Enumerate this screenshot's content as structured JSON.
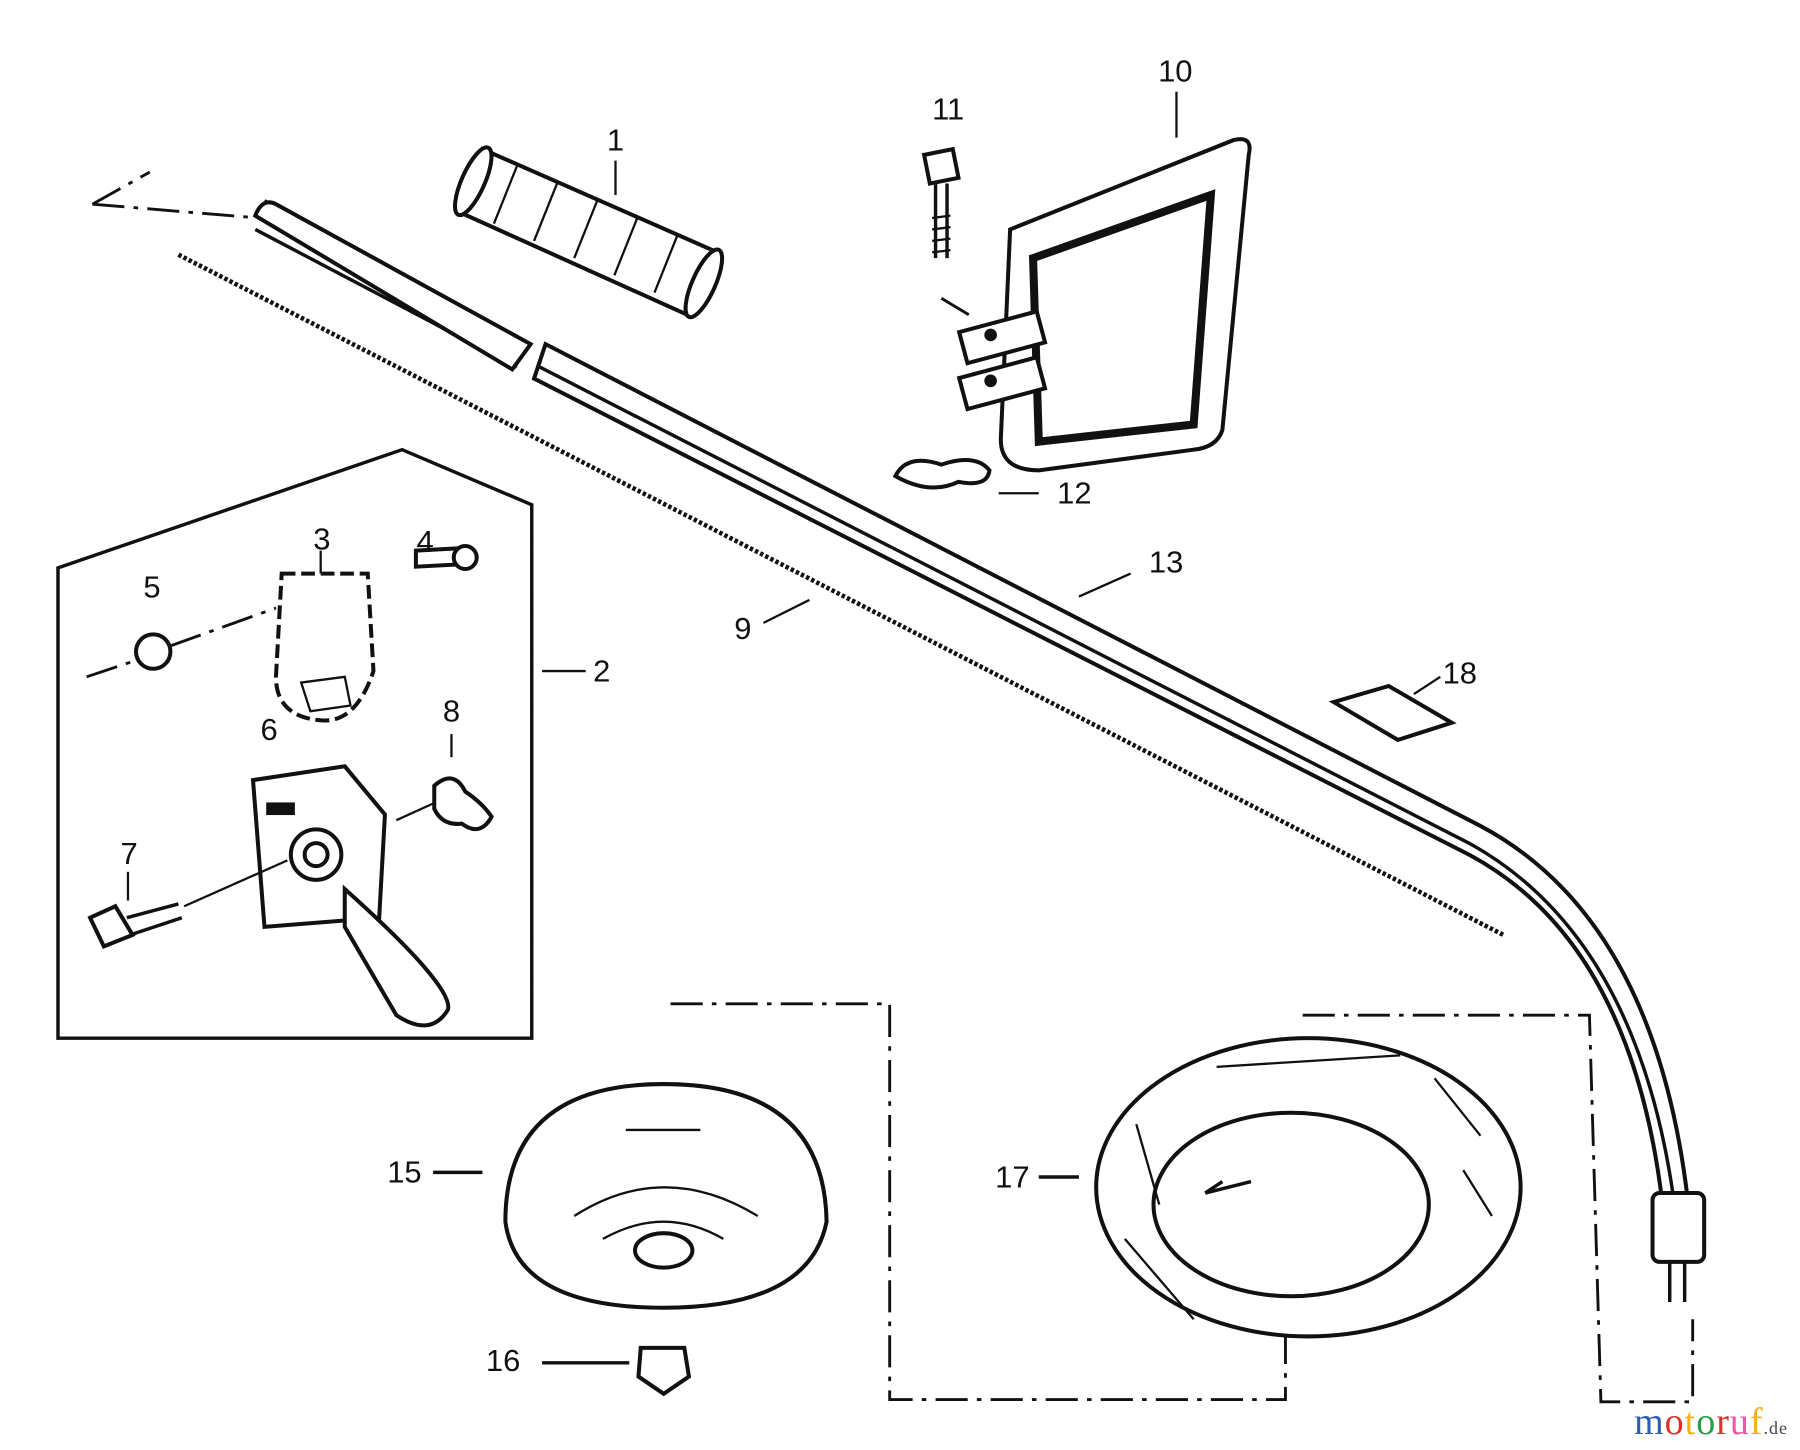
{
  "diagram": {
    "callouts": [
      "1",
      "2",
      "3",
      "4",
      "5",
      "6",
      "7",
      "8",
      "9",
      "10",
      "11",
      "12",
      "13",
      "15",
      "16",
      "17",
      "18"
    ]
  },
  "watermark": {
    "text": "motoruf",
    "suffix": ".de",
    "colors": [
      "#2b5fb4",
      "#d9342b",
      "#f2b21b",
      "#2e9b48",
      "#d9342b",
      "#e85aa6",
      "#f2b21b"
    ]
  }
}
